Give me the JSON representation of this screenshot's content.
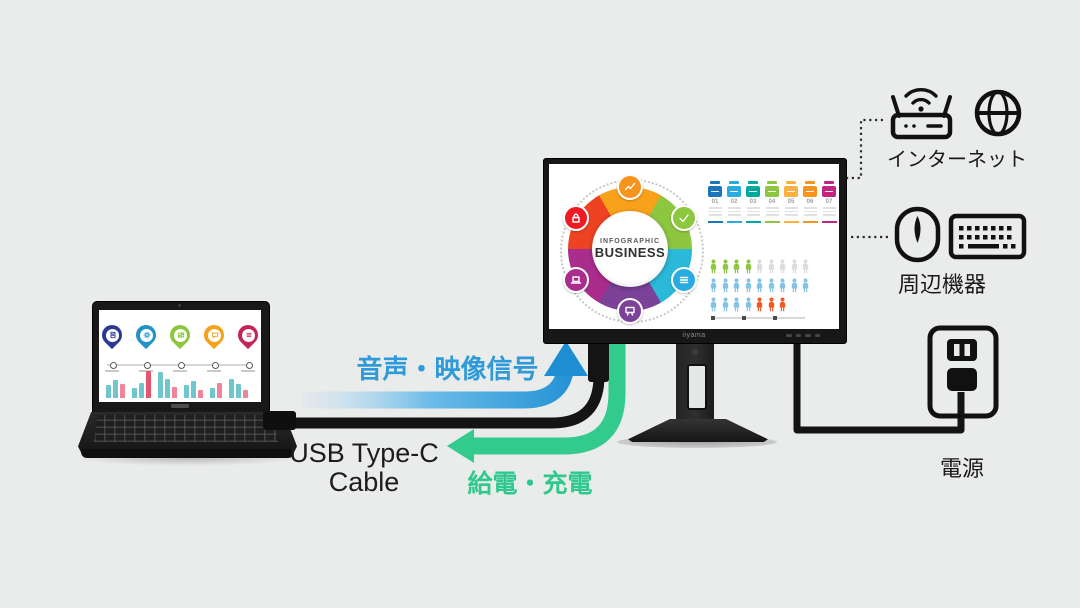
{
  "background": "#eaebeb",
  "arrows": {
    "signal_label": "音声・映像信号",
    "charge_label": "給電・充電",
    "cable_label_line1": "USB Type-C",
    "cable_label_line2": "Cable",
    "signal_text_color": "#2e9ad8",
    "charge_text_color": "#2fc98f",
    "signal_arrow_color": "#1e8ed3",
    "charge_arrow_color": "#33ca8e",
    "cable_color": "#141414"
  },
  "right_panel": {
    "internet_label": "インターネット",
    "peripherals_label": "周辺機器",
    "power_label": "電源",
    "icon_color": "#111111",
    "icons": [
      "wifi-router",
      "globe",
      "mouse",
      "keyboard",
      "power-outlet"
    ]
  },
  "monitor": {
    "brand": "iiyama",
    "screen": {
      "ring": {
        "title_small": "INFOGRAPHIC",
        "title_big": "BUSINESS",
        "segment_colors": [
          "#f9a11b",
          "#8dc63f",
          "#2bb9d9",
          "#7c4199",
          "#aa2d8e",
          "#ee4323"
        ],
        "badges": [
          {
            "angle": 0,
            "color": "#f7941d",
            "icon": "chart"
          },
          {
            "angle": 60,
            "color": "#8dc63f",
            "icon": "check"
          },
          {
            "angle": 120,
            "color": "#29abe2",
            "icon": "list"
          },
          {
            "angle": 180,
            "color": "#7c4199",
            "icon": "board"
          },
          {
            "angle": 240,
            "color": "#aa2d8e",
            "icon": "laptop"
          },
          {
            "angle": 300,
            "color": "#ed1c24",
            "icon": "lock"
          }
        ]
      },
      "columns": {
        "numbers": [
          "01",
          "02",
          "03",
          "04",
          "05",
          "06",
          "07"
        ],
        "colors": [
          "#1b75bc",
          "#29abe2",
          "#00a99d",
          "#8dc63f",
          "#fbb040",
          "#f7941d",
          "#c2257e"
        ]
      },
      "pictograph": {
        "colors": {
          "green": "#8dc63f",
          "gray": "#dcdcdc",
          "blue": "#85c3e4",
          "orange": "#f15a24"
        },
        "rows": [
          [
            {
              "color": "green",
              "count": 4
            },
            {
              "color": "gray",
              "count": 5
            }
          ],
          [
            {
              "color": "blue",
              "count": 9
            }
          ],
          [
            {
              "color": "blue",
              "count": 4
            },
            {
              "color": "orange",
              "count": 3
            }
          ]
        ]
      }
    }
  },
  "laptop": {
    "screen": {
      "pins": [
        {
          "color": "#2b3990",
          "icon": "doc"
        },
        {
          "color": "#2193c6",
          "icon": "gear"
        },
        {
          "color": "#8dc63f",
          "icon": "image"
        },
        {
          "color": "#f7a11a",
          "icon": "chat"
        },
        {
          "color": "#c2245b",
          "icon": "db"
        }
      ],
      "bar_colors": {
        "teal": "#6ec6cf",
        "pink": "#ef849b",
        "crimson": "#e4566f"
      },
      "bar_groups": [
        [
          {
            "c": "teal",
            "h": 13
          },
          {
            "c": "teal",
            "h": 18
          },
          {
            "c": "pink",
            "h": 14
          }
        ],
        [
          {
            "c": "teal",
            "h": 10
          },
          {
            "c": "teal",
            "h": 15
          },
          {
            "c": "crimson",
            "h": 27
          }
        ],
        [
          {
            "c": "teal",
            "h": 26
          },
          {
            "c": "teal",
            "h": 19
          },
          {
            "c": "pink",
            "h": 11
          }
        ],
        [
          {
            "c": "teal",
            "h": 13
          },
          {
            "c": "teal",
            "h": 17
          },
          {
            "c": "pink",
            "h": 8
          }
        ],
        [
          {
            "c": "teal",
            "h": 10
          },
          {
            "c": "pink",
            "h": 15
          }
        ],
        [
          {
            "c": "teal",
            "h": 19
          },
          {
            "c": "teal",
            "h": 14
          },
          {
            "c": "pink",
            "h": 8
          }
        ]
      ]
    }
  }
}
